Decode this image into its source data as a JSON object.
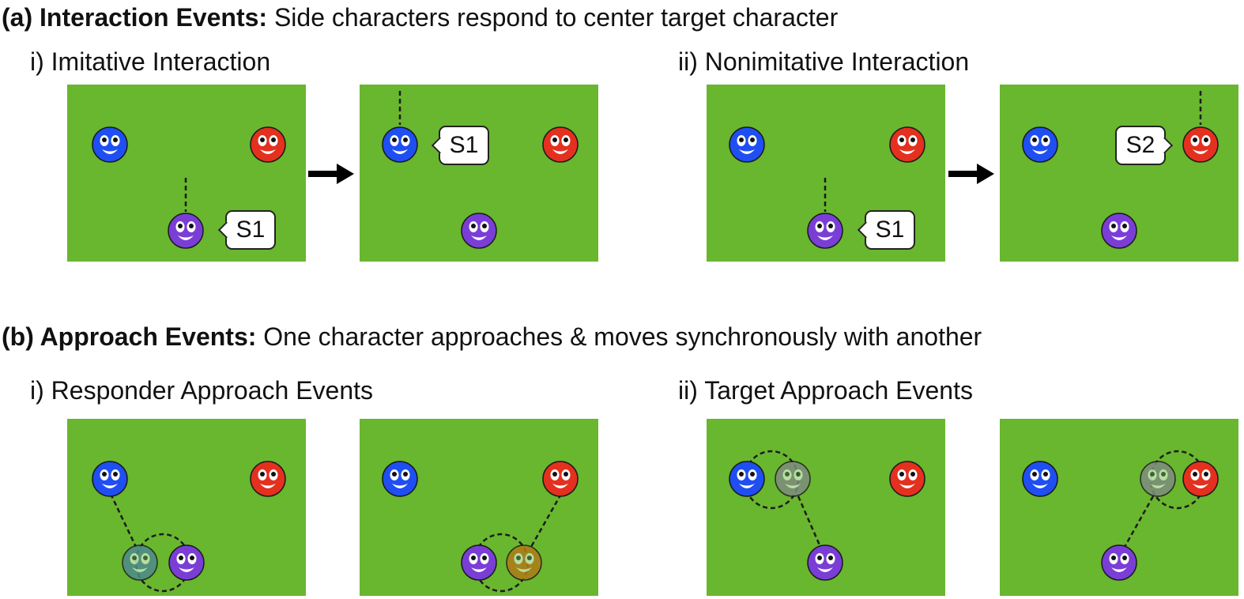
{
  "section_a": {
    "label": "(a) Interaction Events:",
    "desc": "Side characters respond to center target character",
    "sub_i": "i) Imitative Interaction",
    "sub_ii": "ii) Nonimitative Interaction"
  },
  "section_b": {
    "label": "(b) Approach Events:",
    "desc": "One character approaches & moves synchronously with another",
    "sub_i": "i) Responder Approach Events",
    "sub_ii": "ii) Target Approach Events"
  },
  "bubbles": {
    "s1": "S1",
    "s2": "S2"
  },
  "colors": {
    "field": "#69b62f",
    "blue": "#1f4ff2",
    "red": "#e4301f",
    "purple": "#7a3ed6",
    "ghost_teal": "#4d8a8a",
    "ghost_orange": "#b07b18",
    "ghost_gray": "#7e8b7e"
  }
}
